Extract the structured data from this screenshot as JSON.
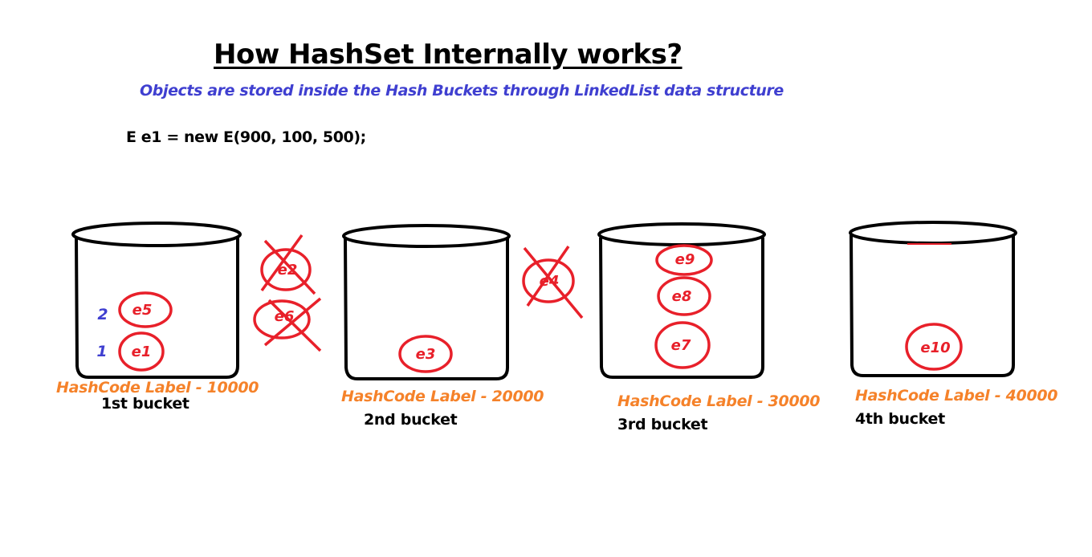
{
  "title": "How HashSet Internally works?",
  "subtitle": "Objects are stored inside the Hash Buckets through LinkedList data structure",
  "code_line": "E e1 = new E(900, 100, 500);",
  "colors": {
    "title": "#000000",
    "subtitle": "#3f3fd0",
    "hash_label": "#f5822a",
    "bucket_name": "#000000",
    "element": "#e8202a",
    "index": "#3f3fd0"
  },
  "buckets": [
    {
      "hash_label": "HashCode Label - 10000",
      "name": "1st bucket",
      "elements": [
        "e5",
        "e1"
      ],
      "indices": [
        "2",
        "1"
      ]
    },
    {
      "hash_label": "HashCode Label - 20000",
      "name": "2nd bucket",
      "elements": [
        "e3"
      ]
    },
    {
      "hash_label": "HashCode Label - 30000",
      "name": "3rd bucket",
      "elements": [
        "e9",
        "e8",
        "e7"
      ]
    },
    {
      "hash_label": "HashCode Label - 40000",
      "name": "4th bucket",
      "elements": [
        "e10"
      ]
    }
  ],
  "rejected_elements": [
    "e2",
    "e6",
    "e4"
  ]
}
